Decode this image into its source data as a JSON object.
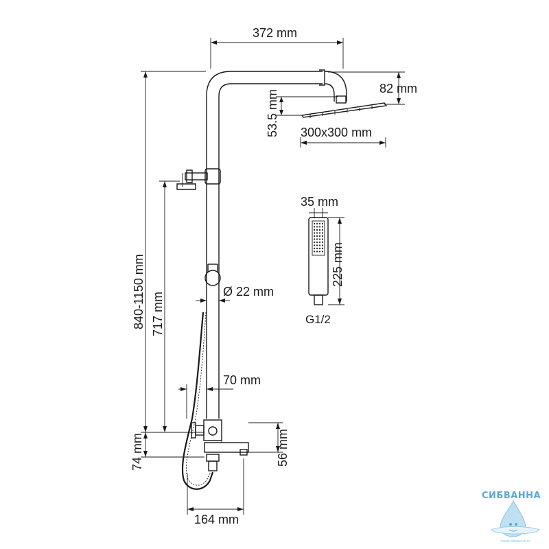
{
  "dimensions": {
    "arm_reach": "372 mm",
    "head_height": "82 mm",
    "head_offset": "53.5 mm",
    "head_size": "300x300 mm",
    "hand_shower_width": "35 mm",
    "hand_shower_length": "225 mm",
    "hand_shower_thread": "G1/2",
    "total_height": "840-1150 mm",
    "bracket_height": "717 mm",
    "pipe_diameter": "Ø 22 mm",
    "mixer_offset": "70 mm",
    "mixer_height": "74 mm",
    "spout_height": "56 mm",
    "spout_reach": "164 mm"
  },
  "watermark": {
    "brand": "СИБВАННА",
    "url": "www.sibvanna.ru"
  },
  "colors": {
    "line": "#1a1a1a",
    "watermark": "#5aa9d6"
  }
}
